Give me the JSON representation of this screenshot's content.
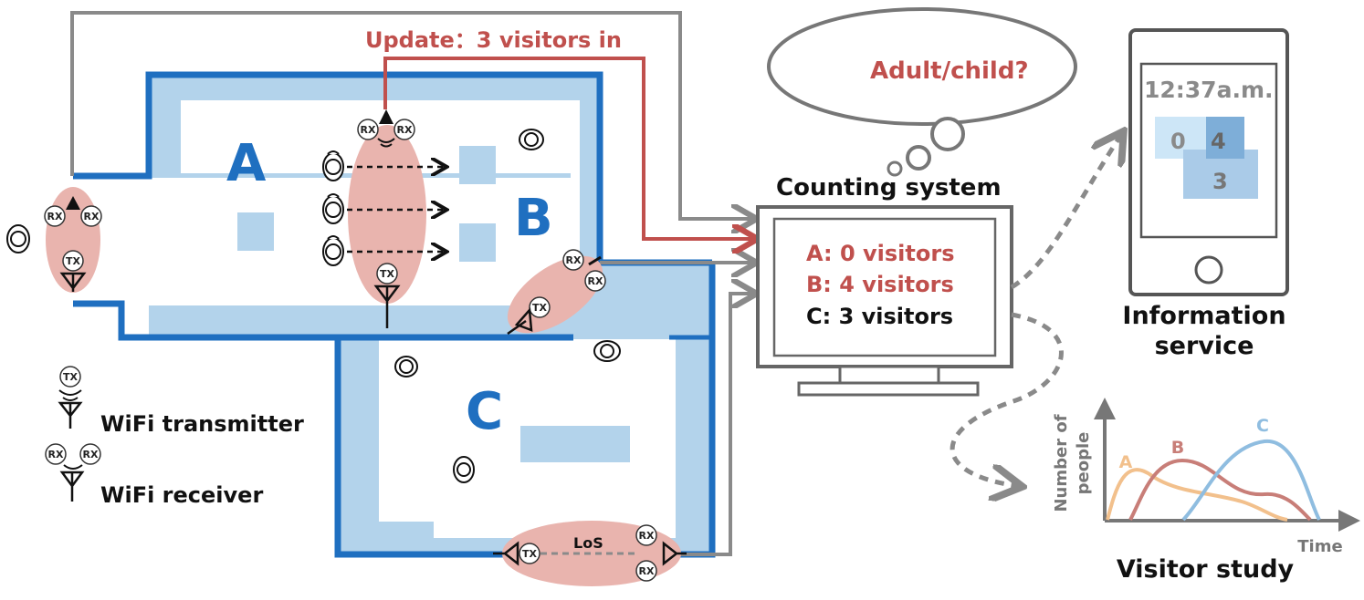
{
  "rooms": {
    "a": "A",
    "b": "B",
    "c": "C"
  },
  "update_label": "Update：3 visitors in",
  "thought": {
    "text": "Adult/child?"
  },
  "counting": {
    "title": "Counting system",
    "line_a": "A: 0 visitors",
    "line_b": "B: 4 visitors",
    "line_c": "C: 3 visitors"
  },
  "info": {
    "time": "12:37a.m.",
    "cell_a": "0",
    "cell_b": "4",
    "cell_c": "3",
    "title_line1": "Information",
    "title_line2": "service"
  },
  "legend": {
    "transmitter": "WiFi transmitter",
    "receiver": "WiFi receiver",
    "tx": "TX",
    "rx": "RX"
  },
  "los": "LoS",
  "chart_data": {
    "type": "line",
    "title": "Visitor study",
    "xlabel": "Time",
    "ylabel": "Number of people",
    "series": [
      {
        "name": "A",
        "color": "#f2c08c"
      },
      {
        "name": "B",
        "color": "#c87e78"
      },
      {
        "name": "C",
        "color": "#8fbde0"
      }
    ]
  },
  "colors": {
    "wall": "#1f6fc0",
    "room_fill": "#b3d3eb",
    "zone": "#e9b4ae",
    "red": "#c0504d",
    "gray": "#8a8a8a",
    "dark": "#111111"
  }
}
